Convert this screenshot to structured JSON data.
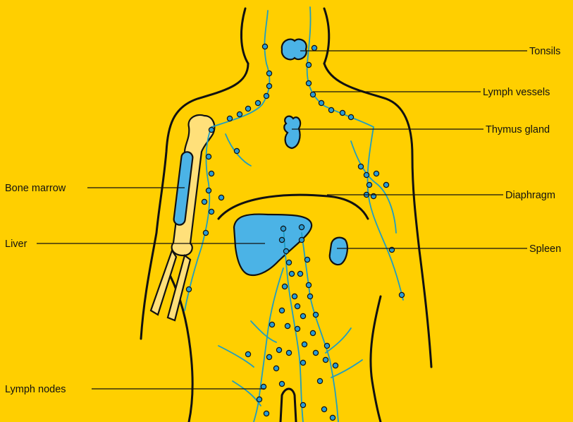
{
  "colors": {
    "background": "#FFCF00",
    "organ_fill": "#4BB3E6",
    "vessel": "#1F9EC2",
    "node_fill": "#2A9CD4",
    "outline": "#111111",
    "bone_fill": "#FFE07A"
  },
  "labels": {
    "tonsils": "Tonsils",
    "lymph_vessels": "Lymph vessels",
    "thymus_gland": "Thymus gland",
    "diaphragm": "Diaphragm",
    "spleen": "Spleen",
    "bone_marrow": "Bone marrow",
    "liver": "Liver",
    "lymph_nodes": "Lymph nodes"
  }
}
